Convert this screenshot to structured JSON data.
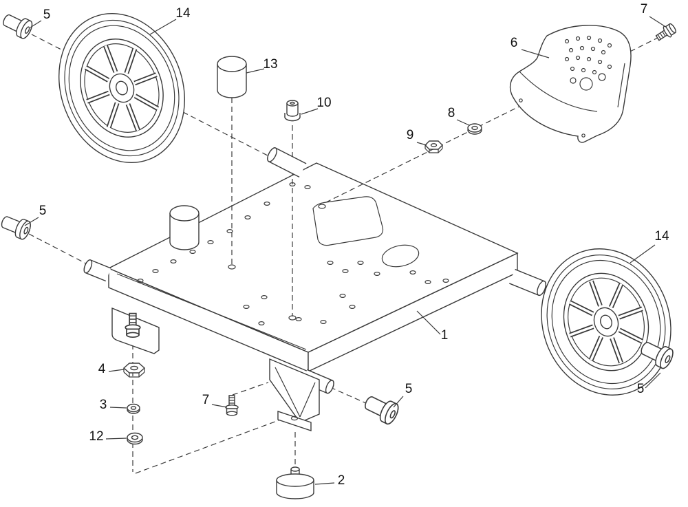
{
  "figure": {
    "type": "exploded-parts-diagram",
    "background": "#ffffff",
    "line_color": "#3a3a3a",
    "text_color": "#111111"
  },
  "callouts": [
    {
      "label": "5",
      "position": "top-left-hub-bolt"
    },
    {
      "label": "14",
      "position": "top-left-wheel"
    },
    {
      "label": "13",
      "position": "top-center-spacer"
    },
    {
      "label": "10",
      "position": "upper-center-nut"
    },
    {
      "label": "7",
      "position": "top-right-bolt"
    },
    {
      "label": "6",
      "position": "upper-right-bracket"
    },
    {
      "label": "8",
      "position": "upper-right-washer"
    },
    {
      "label": "9",
      "position": "upper-middle-nut"
    },
    {
      "label": "5",
      "position": "middle-left-hub-bolt"
    },
    {
      "label": "14",
      "position": "right-wheel"
    },
    {
      "label": "1",
      "position": "base-plate"
    },
    {
      "label": "5",
      "position": "right-hub-bolt"
    },
    {
      "label": "4",
      "position": "lower-left-nut"
    },
    {
      "label": "3",
      "position": "lower-left-washer"
    },
    {
      "label": "12",
      "position": "lower-left-washer-2"
    },
    {
      "label": "7",
      "position": "bottom-bolt"
    },
    {
      "label": "5",
      "position": "bottom-center-hub-bolt"
    },
    {
      "label": "2",
      "position": "bottom-foot"
    }
  ]
}
